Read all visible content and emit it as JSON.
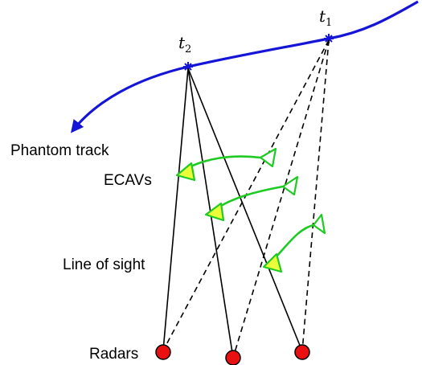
{
  "labels": {
    "t1": "t",
    "t1_sub": "1",
    "t2": "t",
    "t2_sub": "2",
    "phantom_track": "Phantom track",
    "ecavs": "ECAVs",
    "line_of_sight": "Line of sight",
    "radars": "Radars"
  },
  "colors": {
    "track": "#1515d8",
    "ecav_outline": "#1ecb23",
    "ecav_fill": "#eaff3a",
    "radar": "#e81010",
    "line": "#000000"
  }
}
